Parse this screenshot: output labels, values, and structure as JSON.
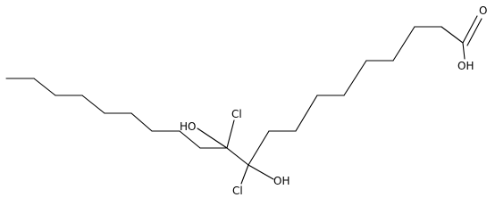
{
  "structure": {
    "atom_labels": {
      "cl_upper": "Cl",
      "cl_lower": "Cl",
      "oh_upper": "HO",
      "oh_lower": "OH",
      "carbonyl_oxygen": "O",
      "acid_oh": "OH"
    },
    "colors": {
      "bond": "#000000",
      "label": "#000000",
      "background": "#ffffff"
    }
  }
}
